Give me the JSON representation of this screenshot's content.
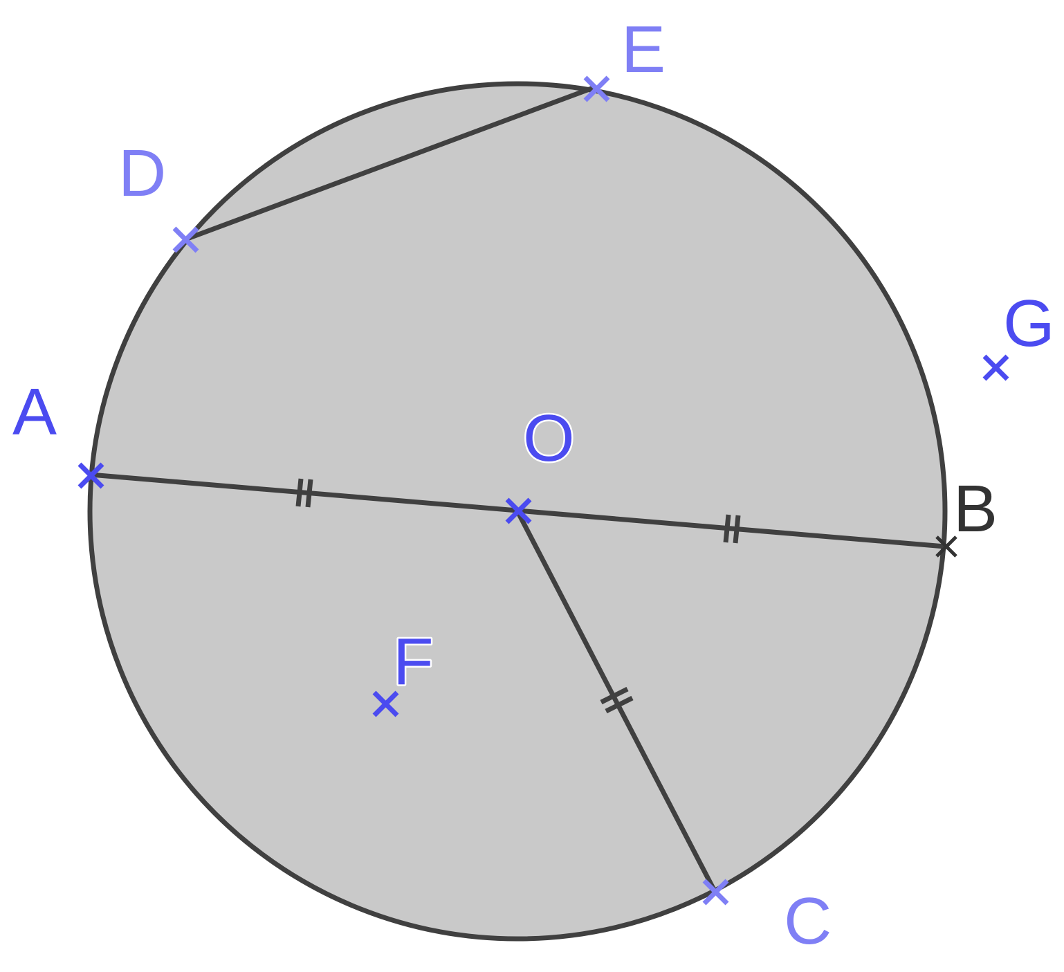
{
  "colors": {
    "disc_fill": "#c9c9c9",
    "outline": "#404040",
    "blue_dark": "#4b4bf0",
    "blue_light": "#7f7ff5",
    "label_dark": "#333333"
  },
  "points": {
    "A": {
      "label": "A"
    },
    "B": {
      "label": "B"
    },
    "C": {
      "label": "C"
    },
    "D": {
      "label": "D"
    },
    "E": {
      "label": "E"
    },
    "F": {
      "label": "F"
    },
    "G": {
      "label": "G"
    },
    "O": {
      "label": "O"
    }
  },
  "segments": [
    "DE",
    "AB",
    "OC"
  ],
  "equal_length_marks": [
    "AO",
    "OB",
    "OC"
  ]
}
